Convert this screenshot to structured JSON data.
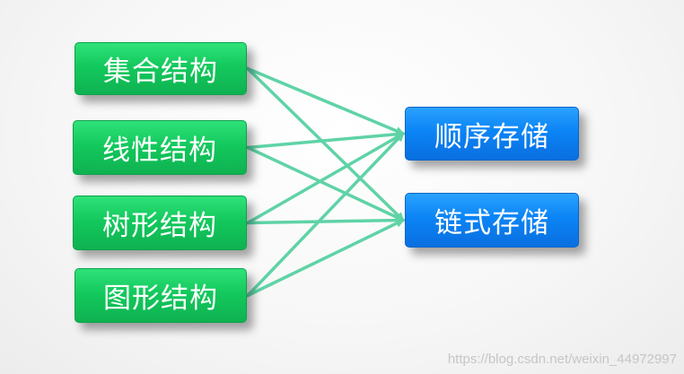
{
  "colors": {
    "left_box": "#13c95d",
    "right_box": "#0b84f5",
    "connector": "#5fd3a6",
    "text": "#ffffff"
  },
  "logical_structures": [
    {
      "label": "集合结构"
    },
    {
      "label": "线性结构"
    },
    {
      "label": "树形结构"
    },
    {
      "label": "图形结构"
    }
  ],
  "storage_structures": [
    {
      "label": "顺序存储"
    },
    {
      "label": "链式存储"
    }
  ],
  "connections": "every logical structure links to every storage structure",
  "watermark": "https://blog.csdn.net/weixin_44972997"
}
